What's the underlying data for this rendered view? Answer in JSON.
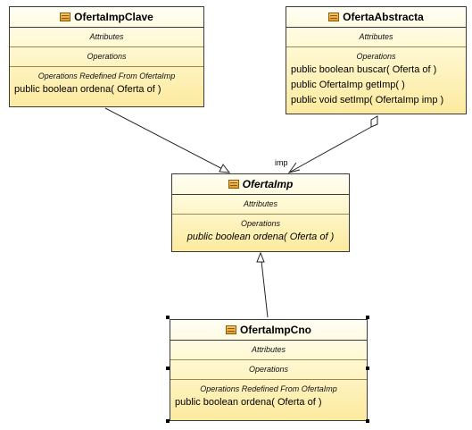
{
  "classes": {
    "clave": {
      "name": "OfertaImpClave",
      "attributes": "Attributes",
      "operations": "Operations",
      "redefined": "Operations Redefined From OfertaImp",
      "methods": [
        "public boolean  ordena( Oferta of )"
      ]
    },
    "abstracta": {
      "name": "OfertaAbstracta",
      "attributes": "Attributes",
      "operations": "Operations",
      "methods": [
        "public boolean  buscar( Oferta of )",
        "public OfertaImp  getImp(  )",
        "public void  setImp( OfertaImp imp )"
      ]
    },
    "imp": {
      "name": "OfertaImp",
      "attributes": "Attributes",
      "operations": "Operations",
      "methods": [
        "public boolean  ordena( Oferta of )"
      ]
    },
    "cno": {
      "name": "OfertaImpCno",
      "attributes": "Attributes",
      "operations": "Operations",
      "redefined": "Operations Redefined From OfertaImp",
      "methods": [
        "public boolean  ordena( Oferta of )"
      ]
    }
  },
  "association_label": "imp"
}
